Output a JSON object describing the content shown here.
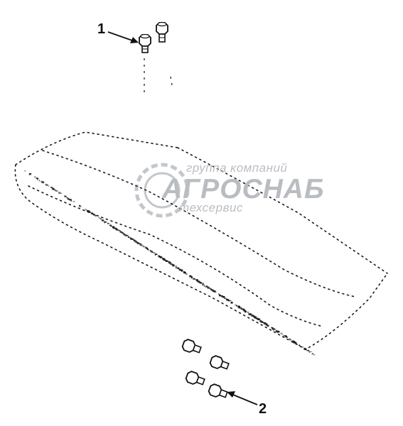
{
  "callouts": {
    "bolt_top": "1",
    "bolt_bottom": "2"
  },
  "watermark": {
    "line_top": "группа компаний",
    "line_main": "АГРОСНАБ",
    "line_bottom": "техсервис"
  },
  "colors": {
    "ink": "#1a1a1a",
    "watermark": "#b9bdc2"
  }
}
